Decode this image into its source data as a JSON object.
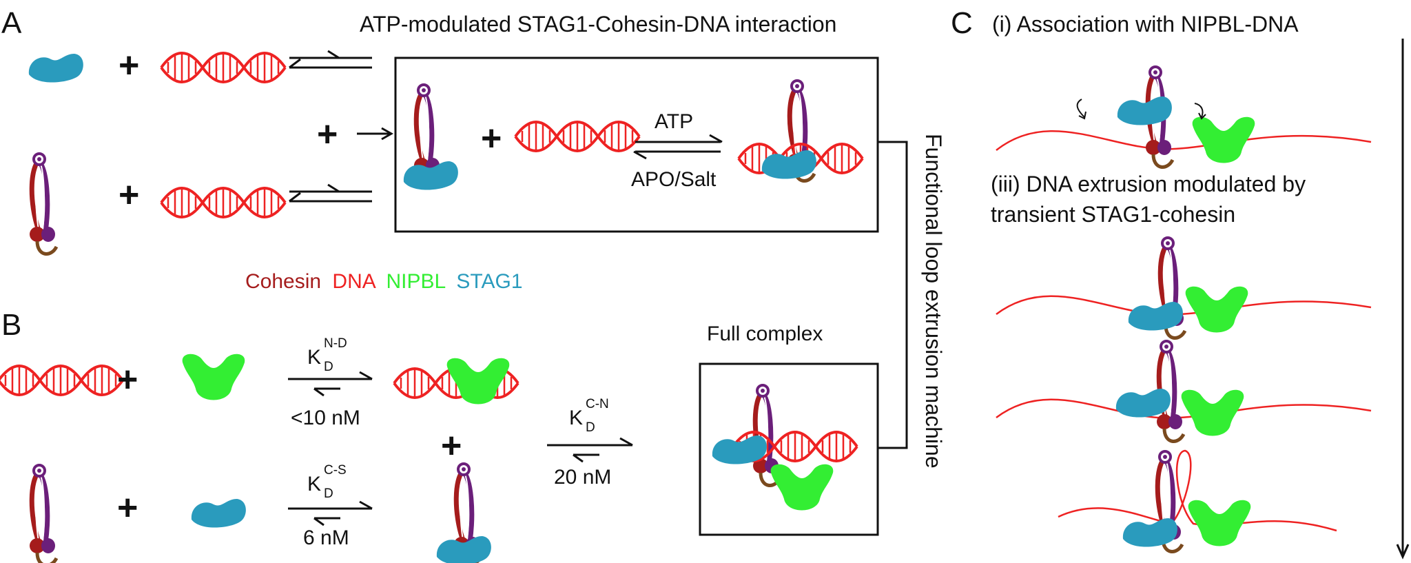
{
  "panels": {
    "a": {
      "letter": "A",
      "title": "ATP-modulated STAG1-Cohesin-DNA interaction",
      "forward_label": "ATP",
      "reverse_label": "APO/Salt",
      "plus": "+"
    },
    "b": {
      "letter": "B",
      "full_complex_label": "Full complex",
      "kd_nd": {
        "main": "K",
        "sup": "N-D",
        "sub": "D",
        "value": "<10 nM"
      },
      "kd_cs": {
        "main": "K",
        "sup": "C-S",
        "sub": "D",
        "value": "6 nM"
      },
      "kd_cn": {
        "main": "K",
        "sup": "C-N",
        "sub": "D",
        "value": "20 nM"
      },
      "plus": "+"
    },
    "c": {
      "letter": "C",
      "step1": "(i) Association with NIPBL-DNA",
      "step3_line1": "(iii) DNA extrusion modulated by",
      "step3_line2": "transient STAG1-cohesin"
    }
  },
  "legend": [
    {
      "name": "Cohesin",
      "color": "#a51c1c"
    },
    {
      "name": "DNA",
      "color": "#ee2222"
    },
    {
      "name": "NIPBL",
      "color": "#33ee33"
    },
    {
      "name": "STAG1",
      "color": "#2a9bbd"
    }
  ],
  "side_label": "Functional loop extrusion machine",
  "colors": {
    "dna": "#ee2222",
    "cohesin_left": "#a51c1c",
    "cohesin_right": "#6b1f7a",
    "hinge_brown": "#7a4a1e",
    "stag1": "#2a9bbd",
    "nipbl": "#33ee33"
  }
}
